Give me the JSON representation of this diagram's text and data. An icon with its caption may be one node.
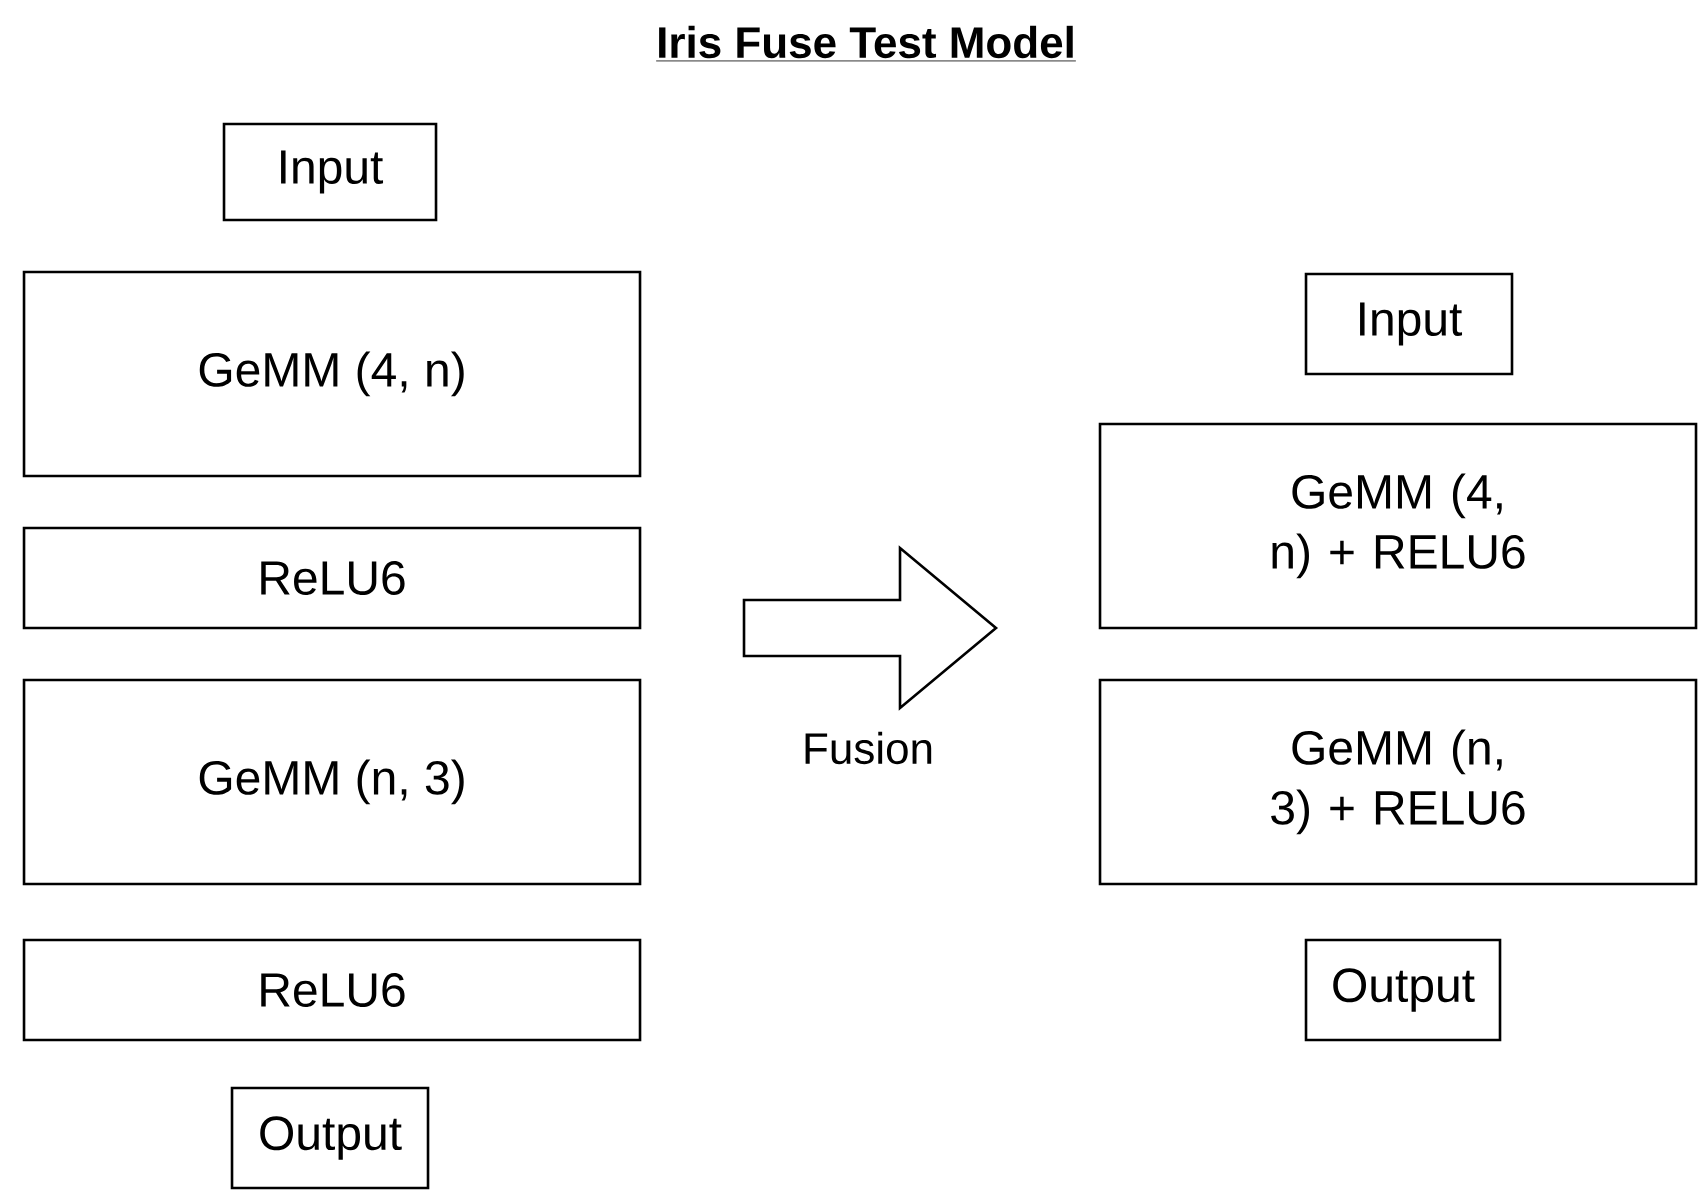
{
  "diagram": {
    "title": "Iris Fuse Test Model",
    "nodes": [
      {
        "text": [
          "Input"
        ]
      },
      {
        "text": [
          "GeMM (4, n)"
        ]
      },
      {
        "text": [
          "ReLU6"
        ]
      },
      {
        "text": [
          "GeMM (n, 3)"
        ]
      },
      {
        "text": [
          "ReLU6"
        ]
      },
      {
        "text": [
          "Output"
        ]
      },
      {
        "text": [
          "Input"
        ]
      },
      {
        "text": [
          "GeMM (4, n) + RELU6"
        ]
      },
      {
        "text": [
          "GeMM (n, 3) + RELU6"
        ]
      },
      {
        "text": [
          "Output"
        ]
      }
    ],
    "labels": [
      "Fusion"
    ]
  }
}
